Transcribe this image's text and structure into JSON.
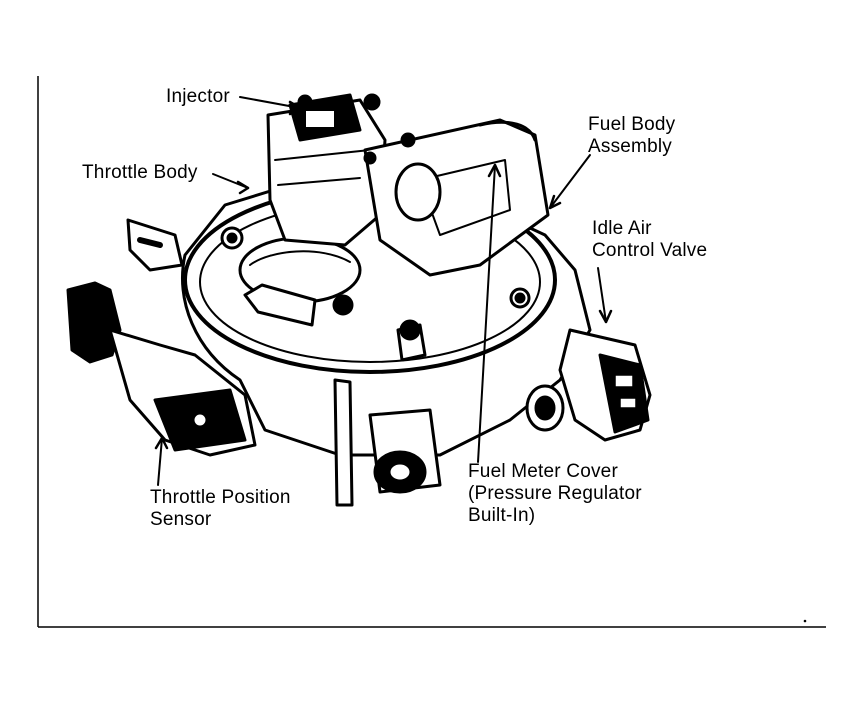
{
  "diagram": {
    "labels": {
      "injector": "Injector",
      "throttle_body": "Throttle Body",
      "fuel_body_assembly": [
        "Fuel Body",
        "Assembly"
      ],
      "idle_air_control_valve": [
        "Idle Air",
        "Control Valve"
      ],
      "throttle_position_sensor": [
        "Throttle Position",
        "Sensor"
      ],
      "fuel_meter_cover": [
        "Fuel Meter Cover",
        "(Pressure Regulator",
        "Built-In)"
      ]
    }
  }
}
